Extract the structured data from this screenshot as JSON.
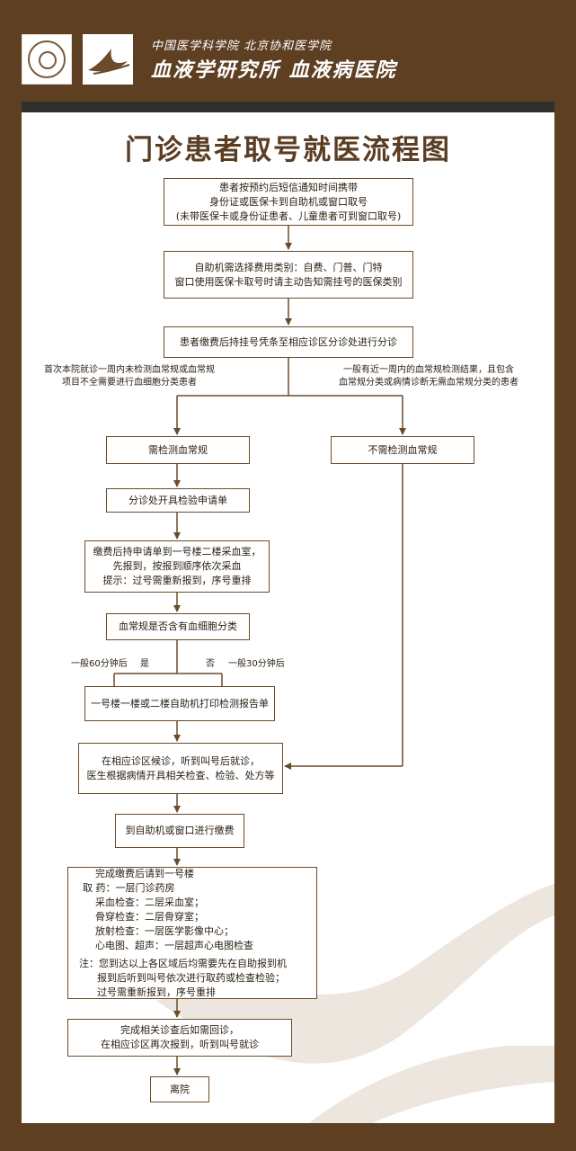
{
  "header": {
    "institutions_line": "中国医学科学院 北京协和医学院",
    "hospital_line": "血液学研究所 血液病医院"
  },
  "title": "门诊患者取号就医流程图",
  "steps": {
    "s1": [
      "患者按预约后短信通知时间携带",
      "身份证或医保卡到自助机或窗口取号",
      "(未带医保卡或身份证患者、儿童患者可到窗口取号)"
    ],
    "s2": [
      "自助机需选择费用类别：自费、门普、门特",
      "窗口使用医保卡取号时请主动告知需挂号的医保类别"
    ],
    "s3": [
      "患者缴费后持挂号凭条至相应诊区分诊处进行分诊"
    ],
    "need_blood": "需检测血常规",
    "no_blood": "不需检测血常规",
    "s4": "分诊处开具检验申请单",
    "s5": [
      "缴费后持申请单到一号楼二楼采血室，",
      "先报到，按报到顺序依次采血",
      "提示：过号需重新报到，序号重排"
    ],
    "s6": "血常规是否含有血细胞分类",
    "s7": "一号楼一楼或二楼自助机打印检测报告单",
    "s8": [
      "在相应诊区候诊，听到叫号后就诊，",
      "医生根据病情开具相关检查、检验、处方等"
    ],
    "s9": "到自助机或窗口进行缴费",
    "s10": [
      "完成缴费后请到一号楼",
      "取      药：一层门诊药房",
      "采血检查：二层采血室；",
      "骨穿检查：二层骨穿室；",
      "放射检查：一层医学影像中心；",
      "心电图、超声：一层超声心电图检查"
    ],
    "s10_note": [
      "注：您到达以上各区域后均需要先在自助报到机",
      "报到后听到叫号依次进行取药或检查检验；",
      "过号需重新报到，序号重排"
    ],
    "s11": [
      "完成相关诊查后如需回诊，",
      "在相应诊区再次报到，听到叫号就诊"
    ],
    "s12": "离院"
  },
  "branch_notes": {
    "left": [
      "首次本院就诊一周内未检测血常规或血常规",
      "项目不全需要进行血细胞分类患者"
    ],
    "right": [
      "一般有近一周内的血常规检测结果，且包含",
      "血常规分类或病情诊断无需血常规分类的患者"
    ],
    "left_time": "一般60分钟后",
    "yes": "是",
    "no": "否",
    "right_time": "一般30分钟后"
  },
  "colors": {
    "frame": "#5e3f22",
    "title": "#5a3d22",
    "line": "#6b4b2c",
    "topbar": "#2f2f30"
  }
}
